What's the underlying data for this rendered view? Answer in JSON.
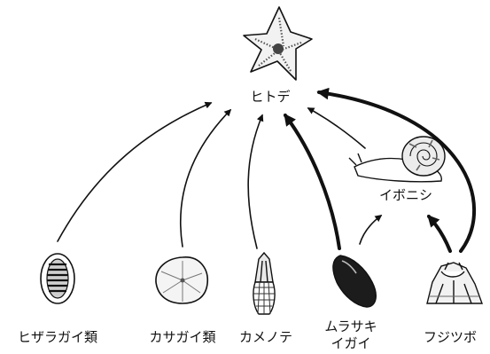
{
  "diagram": {
    "type": "food-web",
    "colors": {
      "ink": "#111111",
      "background": "#ffffff"
    },
    "nodes": {
      "predator": {
        "label": "ヒトデ",
        "icon": "starfish-icon"
      },
      "intermediate": {
        "label": "イボニシ",
        "icon": "snail-icon"
      },
      "prey": [
        {
          "label": "ヒザラガイ類",
          "icon": "chiton-icon"
        },
        {
          "label": "カサガイ類",
          "icon": "limpet-icon"
        },
        {
          "label": "カメノテ",
          "icon": "gooseneck-barnacle-icon"
        },
        {
          "label_line1": "ムラサキ",
          "label_line2": "イガイ",
          "icon": "mussel-icon"
        },
        {
          "label": "フジツボ",
          "icon": "barnacle-icon"
        }
      ]
    },
    "edges": [
      {
        "from": "ヒザラガイ類",
        "to": "ヒトデ",
        "weight": "thin"
      },
      {
        "from": "カサガイ類",
        "to": "ヒトデ",
        "weight": "thin"
      },
      {
        "from": "カメノテ",
        "to": "ヒトデ",
        "weight": "thin"
      },
      {
        "from": "ムラサキイガイ",
        "to": "ヒトデ",
        "weight": "thick"
      },
      {
        "from": "ムラサキイガイ",
        "to": "イボニシ",
        "weight": "thin"
      },
      {
        "from": "フジツボ",
        "to": "イボニシ",
        "weight": "thick"
      },
      {
        "from": "フジツボ",
        "to": "ヒトデ",
        "weight": "thick"
      },
      {
        "from": "イボニシ",
        "to": "ヒトデ",
        "weight": "thin"
      }
    ]
  }
}
